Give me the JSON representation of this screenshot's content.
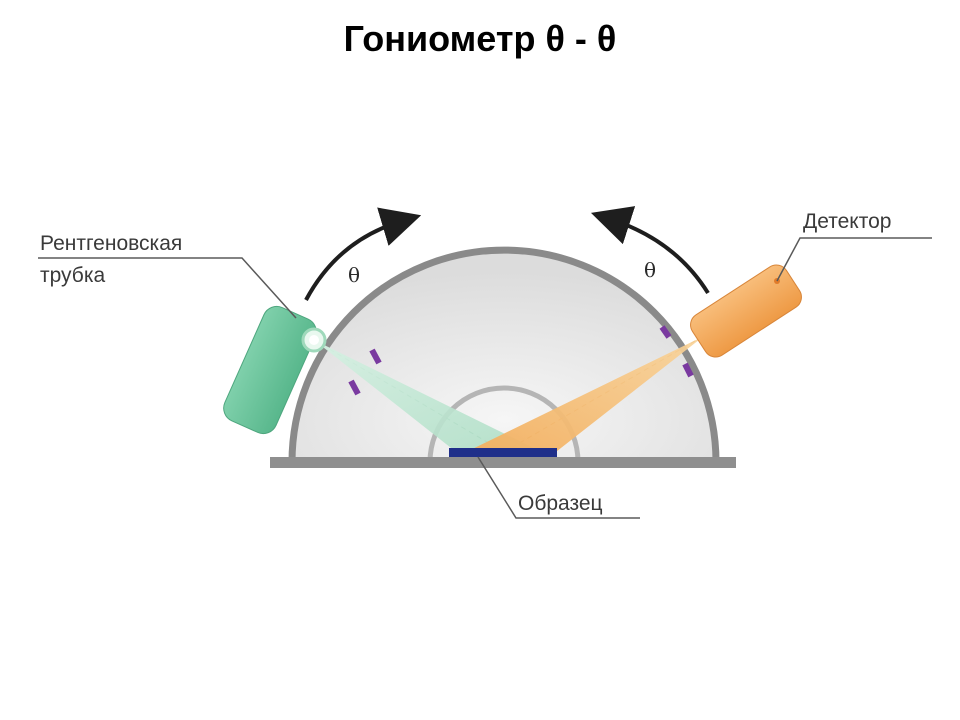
{
  "title": "Гониометр θ - θ",
  "diagram": {
    "labels": {
      "tube_line1": "Рентгеновская",
      "tube_line2": "трубка",
      "detector": "Детектор",
      "sample": "Образец",
      "theta_left": "θ",
      "theta_right": "θ"
    },
    "colors": {
      "tube": "#6cc49d",
      "tube_beam": "#c8ead9",
      "detector": "#f3a557",
      "detector_beam": "#f6c37e",
      "sample": "#1f2f8a",
      "dome": "#e6e6e6",
      "rim": "#8a8a8a",
      "slit": "#7a3aa0"
    }
  }
}
